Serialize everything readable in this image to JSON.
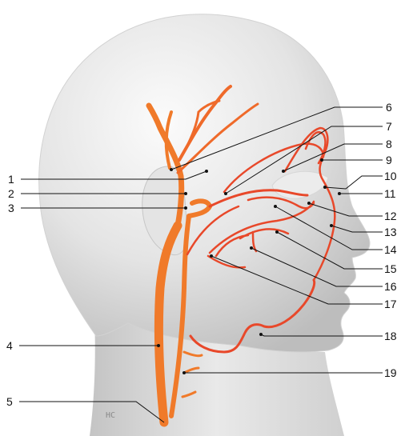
{
  "labels": [
    {
      "id": "1",
      "text": "1"
    },
    {
      "id": "2",
      "text": "2"
    },
    {
      "id": "3",
      "text": "3"
    },
    {
      "id": "4",
      "text": "4"
    },
    {
      "id": "5",
      "text": "5"
    },
    {
      "id": "6",
      "text": "6"
    },
    {
      "id": "7",
      "text": "7"
    },
    {
      "id": "8",
      "text": "8"
    },
    {
      "id": "9",
      "text": "9"
    },
    {
      "id": "10",
      "text": "10"
    },
    {
      "id": "11",
      "text": "11"
    },
    {
      "id": "12",
      "text": "12"
    },
    {
      "id": "13",
      "text": "13"
    },
    {
      "id": "14",
      "text": "14"
    },
    {
      "id": "15",
      "text": "15"
    },
    {
      "id": "16",
      "text": "16"
    },
    {
      "id": "17",
      "text": "17"
    },
    {
      "id": "18",
      "text": "18"
    },
    {
      "id": "19",
      "text": "19"
    }
  ],
  "watermark": "НС",
  "colors": {
    "artery_main": "#f07a2a",
    "artery_branch": "#e8482a",
    "skin_light": "#f2f2f2",
    "skin_shade": "#c9c9c9"
  }
}
